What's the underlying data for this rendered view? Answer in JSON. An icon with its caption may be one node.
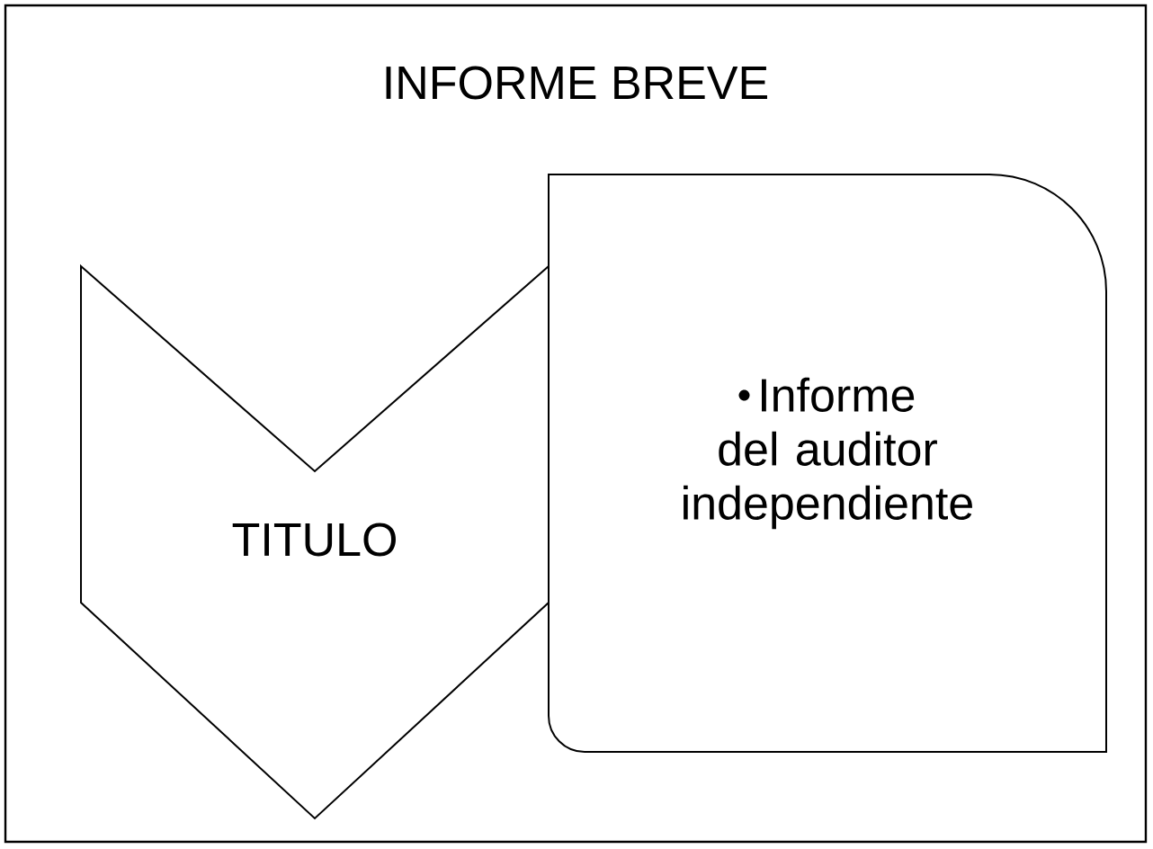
{
  "diagram": {
    "title": "INFORME BREVE",
    "nodes": [
      {
        "text": [
          "TITULO"
        ]
      },
      {
        "text": [
          "Informe del auditor independiente"
        ]
      }
    ]
  }
}
